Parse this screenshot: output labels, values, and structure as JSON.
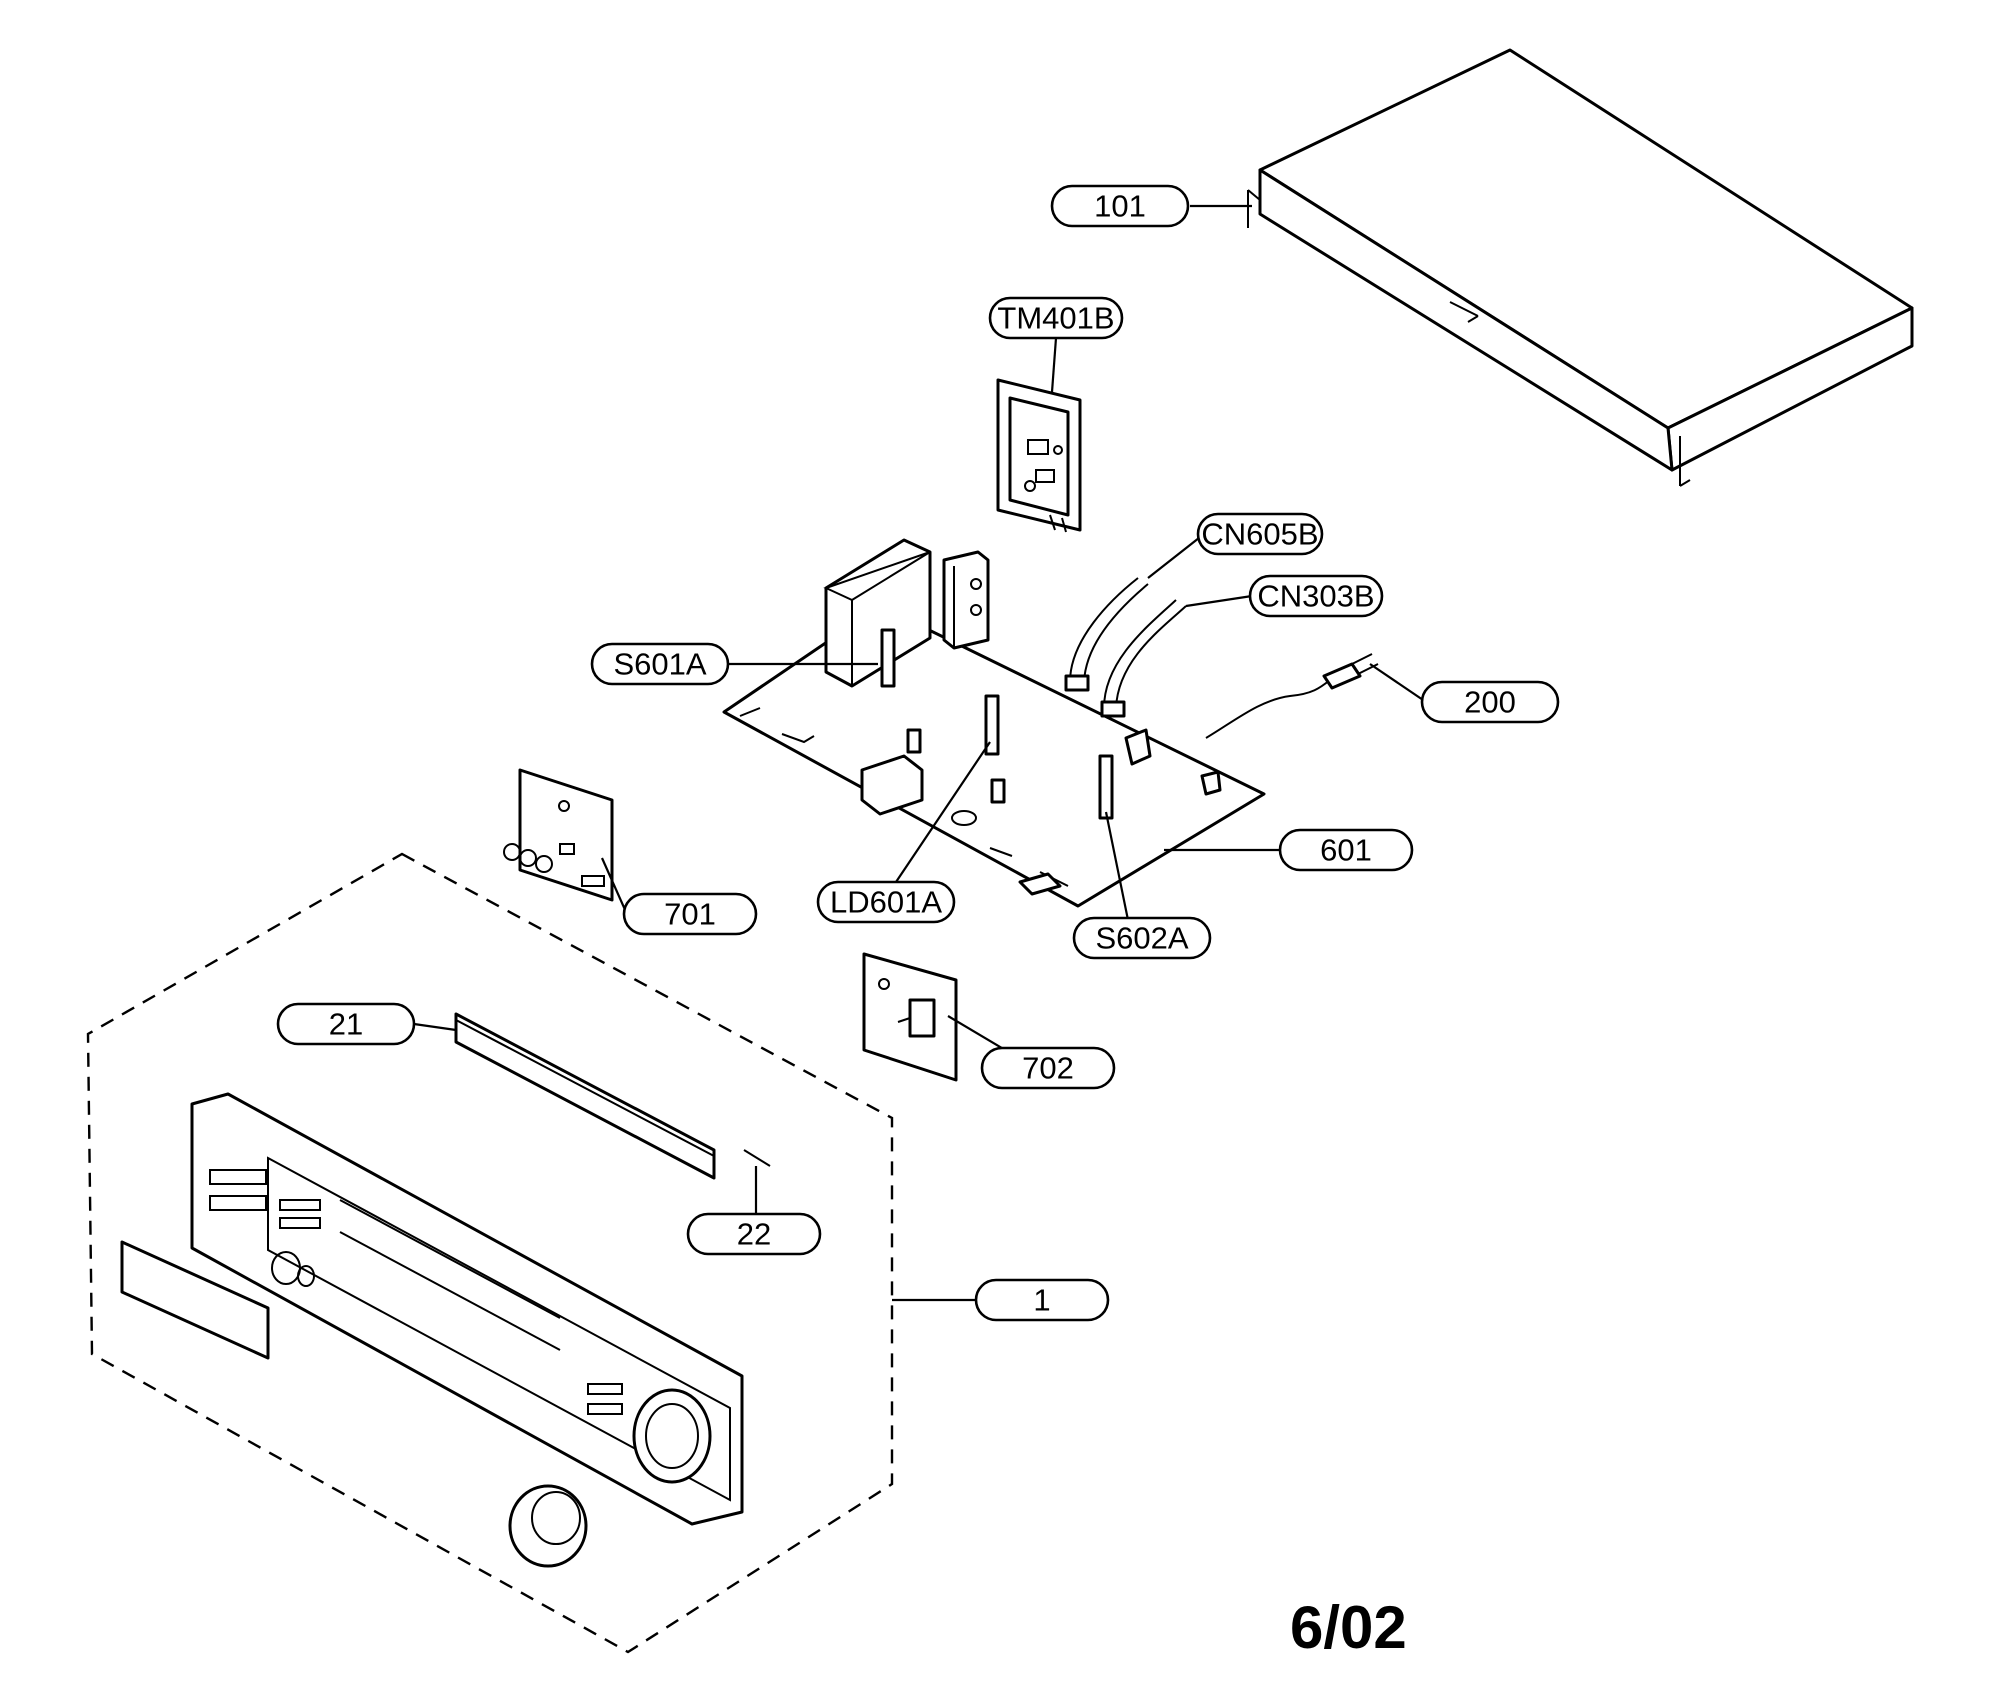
{
  "diagram": {
    "callouts": [
      {
        "id": "101",
        "label": "101"
      },
      {
        "id": "TM401B",
        "label": "TM401B"
      },
      {
        "id": "CN605B",
        "label": "CN605B"
      },
      {
        "id": "CN303B",
        "label": "CN303B"
      },
      {
        "id": "S601A",
        "label": "S601A"
      },
      {
        "id": "200",
        "label": "200"
      },
      {
        "id": "601",
        "label": "601"
      },
      {
        "id": "701",
        "label": "701"
      },
      {
        "id": "LD601A",
        "label": "LD601A"
      },
      {
        "id": "S602A",
        "label": "S602A"
      },
      {
        "id": "21",
        "label": "21"
      },
      {
        "id": "702",
        "label": "702"
      },
      {
        "id": "22",
        "label": "22"
      },
      {
        "id": "1",
        "label": "1"
      }
    ],
    "date_code": "6/02"
  }
}
